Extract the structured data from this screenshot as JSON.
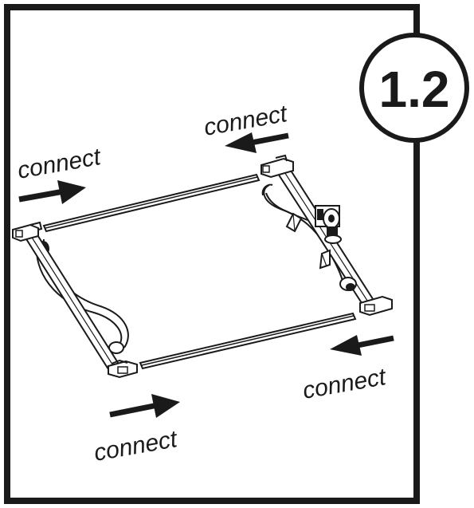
{
  "step": {
    "number": "1.2"
  },
  "labels": {
    "top_left": "connect",
    "top_right": "connect",
    "bottom_left": "connect",
    "bottom_right": "connect"
  },
  "colors": {
    "ink": "#1a1a1a",
    "paper": "#ffffff"
  }
}
